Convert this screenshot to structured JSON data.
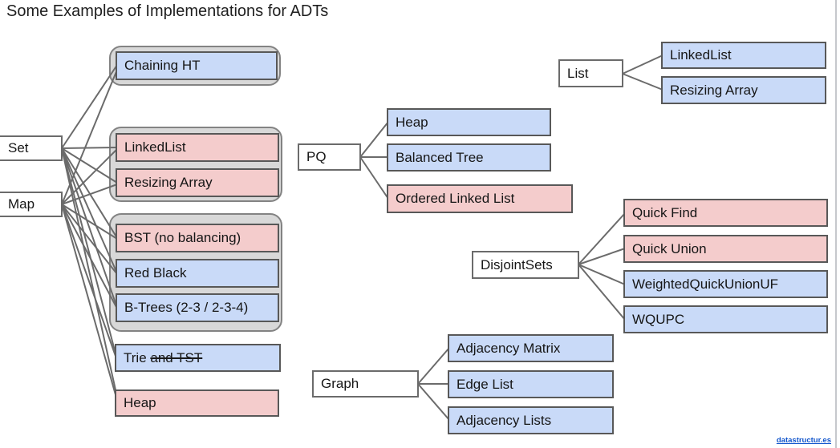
{
  "title": "Some Examples of Implementations for ADTs",
  "colors": {
    "blue": "#c9daf8",
    "pink": "#f4cccc",
    "group_fill": "#d8d8d8",
    "box_border": "#585858",
    "line": "#6b6b6b",
    "link": "#1155cc"
  },
  "adts": {
    "set": {
      "label": "Set"
    },
    "map": {
      "label": "Map"
    },
    "pq": {
      "label": "PQ"
    },
    "list": {
      "label": "List"
    },
    "disjoint_sets": {
      "label": "DisjointSets"
    },
    "graph": {
      "label": "Graph"
    }
  },
  "implementations": {
    "chaining_ht": {
      "label": "Chaining HT",
      "color": "blue"
    },
    "linked_list_setmap": {
      "label": "LinkedList",
      "color": "pink"
    },
    "resizing_array_setmap": {
      "label": "Resizing Array",
      "color": "pink"
    },
    "bst": {
      "label": "BST (no balancing)",
      "color": "pink"
    },
    "red_black": {
      "label": "Red Black",
      "color": "blue"
    },
    "b_trees": {
      "label": "B-Trees (2-3 / 2-3-4)",
      "color": "blue"
    },
    "trie": {
      "label_normal": "Trie ",
      "label_struck": "and TST",
      "color": "blue"
    },
    "heap_setmap": {
      "label": "Heap",
      "color": "pink"
    },
    "heap_pq": {
      "label": "Heap",
      "color": "blue"
    },
    "balanced_tree": {
      "label": "Balanced Tree",
      "color": "blue"
    },
    "ordered_linked_list": {
      "label": "Ordered Linked List",
      "color": "pink"
    },
    "linked_list_list": {
      "label": "LinkedList",
      "color": "blue"
    },
    "resizing_array_list": {
      "label": "Resizing Array",
      "color": "blue"
    },
    "quick_find": {
      "label": "Quick Find",
      "color": "pink"
    },
    "quick_union": {
      "label": "Quick Union",
      "color": "pink"
    },
    "weighted_quick_union_uf": {
      "label": "WeightedQuickUnionUF",
      "color": "blue"
    },
    "wqupc": {
      "label": "WQUPC",
      "color": "blue"
    },
    "adjacency_matrix": {
      "label": "Adjacency Matrix",
      "color": "blue"
    },
    "edge_list": {
      "label": "Edge List",
      "color": "blue"
    },
    "adjacency_lists": {
      "label": "Adjacency Lists",
      "color": "blue"
    }
  },
  "edges": [
    {
      "from": "Set",
      "to": "Chaining HT"
    },
    {
      "from": "Set",
      "to": "LinkedList"
    },
    {
      "from": "Set",
      "to": "Resizing Array"
    },
    {
      "from": "Set",
      "to": "BST (no balancing)"
    },
    {
      "from": "Set",
      "to": "Red Black"
    },
    {
      "from": "Set",
      "to": "B-Trees (2-3 / 2-3-4)"
    },
    {
      "from": "Set",
      "to": "Trie and TST"
    },
    {
      "from": "Set",
      "to": "Heap"
    },
    {
      "from": "Map",
      "to": "Chaining HT"
    },
    {
      "from": "Map",
      "to": "LinkedList"
    },
    {
      "from": "Map",
      "to": "Resizing Array"
    },
    {
      "from": "Map",
      "to": "BST (no balancing)"
    },
    {
      "from": "Map",
      "to": "Red Black"
    },
    {
      "from": "Map",
      "to": "B-Trees (2-3 / 2-3-4)"
    },
    {
      "from": "Map",
      "to": "Trie and TST"
    },
    {
      "from": "Map",
      "to": "Heap"
    },
    {
      "from": "PQ",
      "to": "Heap"
    },
    {
      "from": "PQ",
      "to": "Balanced Tree"
    },
    {
      "from": "PQ",
      "to": "Ordered Linked List"
    },
    {
      "from": "List",
      "to": "LinkedList"
    },
    {
      "from": "List",
      "to": "Resizing Array"
    },
    {
      "from": "DisjointSets",
      "to": "Quick Find"
    },
    {
      "from": "DisjointSets",
      "to": "Quick Union"
    },
    {
      "from": "DisjointSets",
      "to": "WeightedQuickUnionUF"
    },
    {
      "from": "DisjointSets",
      "to": "WQUPC"
    },
    {
      "from": "Graph",
      "to": "Adjacency Matrix"
    },
    {
      "from": "Graph",
      "to": "Edge List"
    },
    {
      "from": "Graph",
      "to": "Adjacency Lists"
    }
  ],
  "footer": {
    "link_label": "datastructur.es"
  }
}
